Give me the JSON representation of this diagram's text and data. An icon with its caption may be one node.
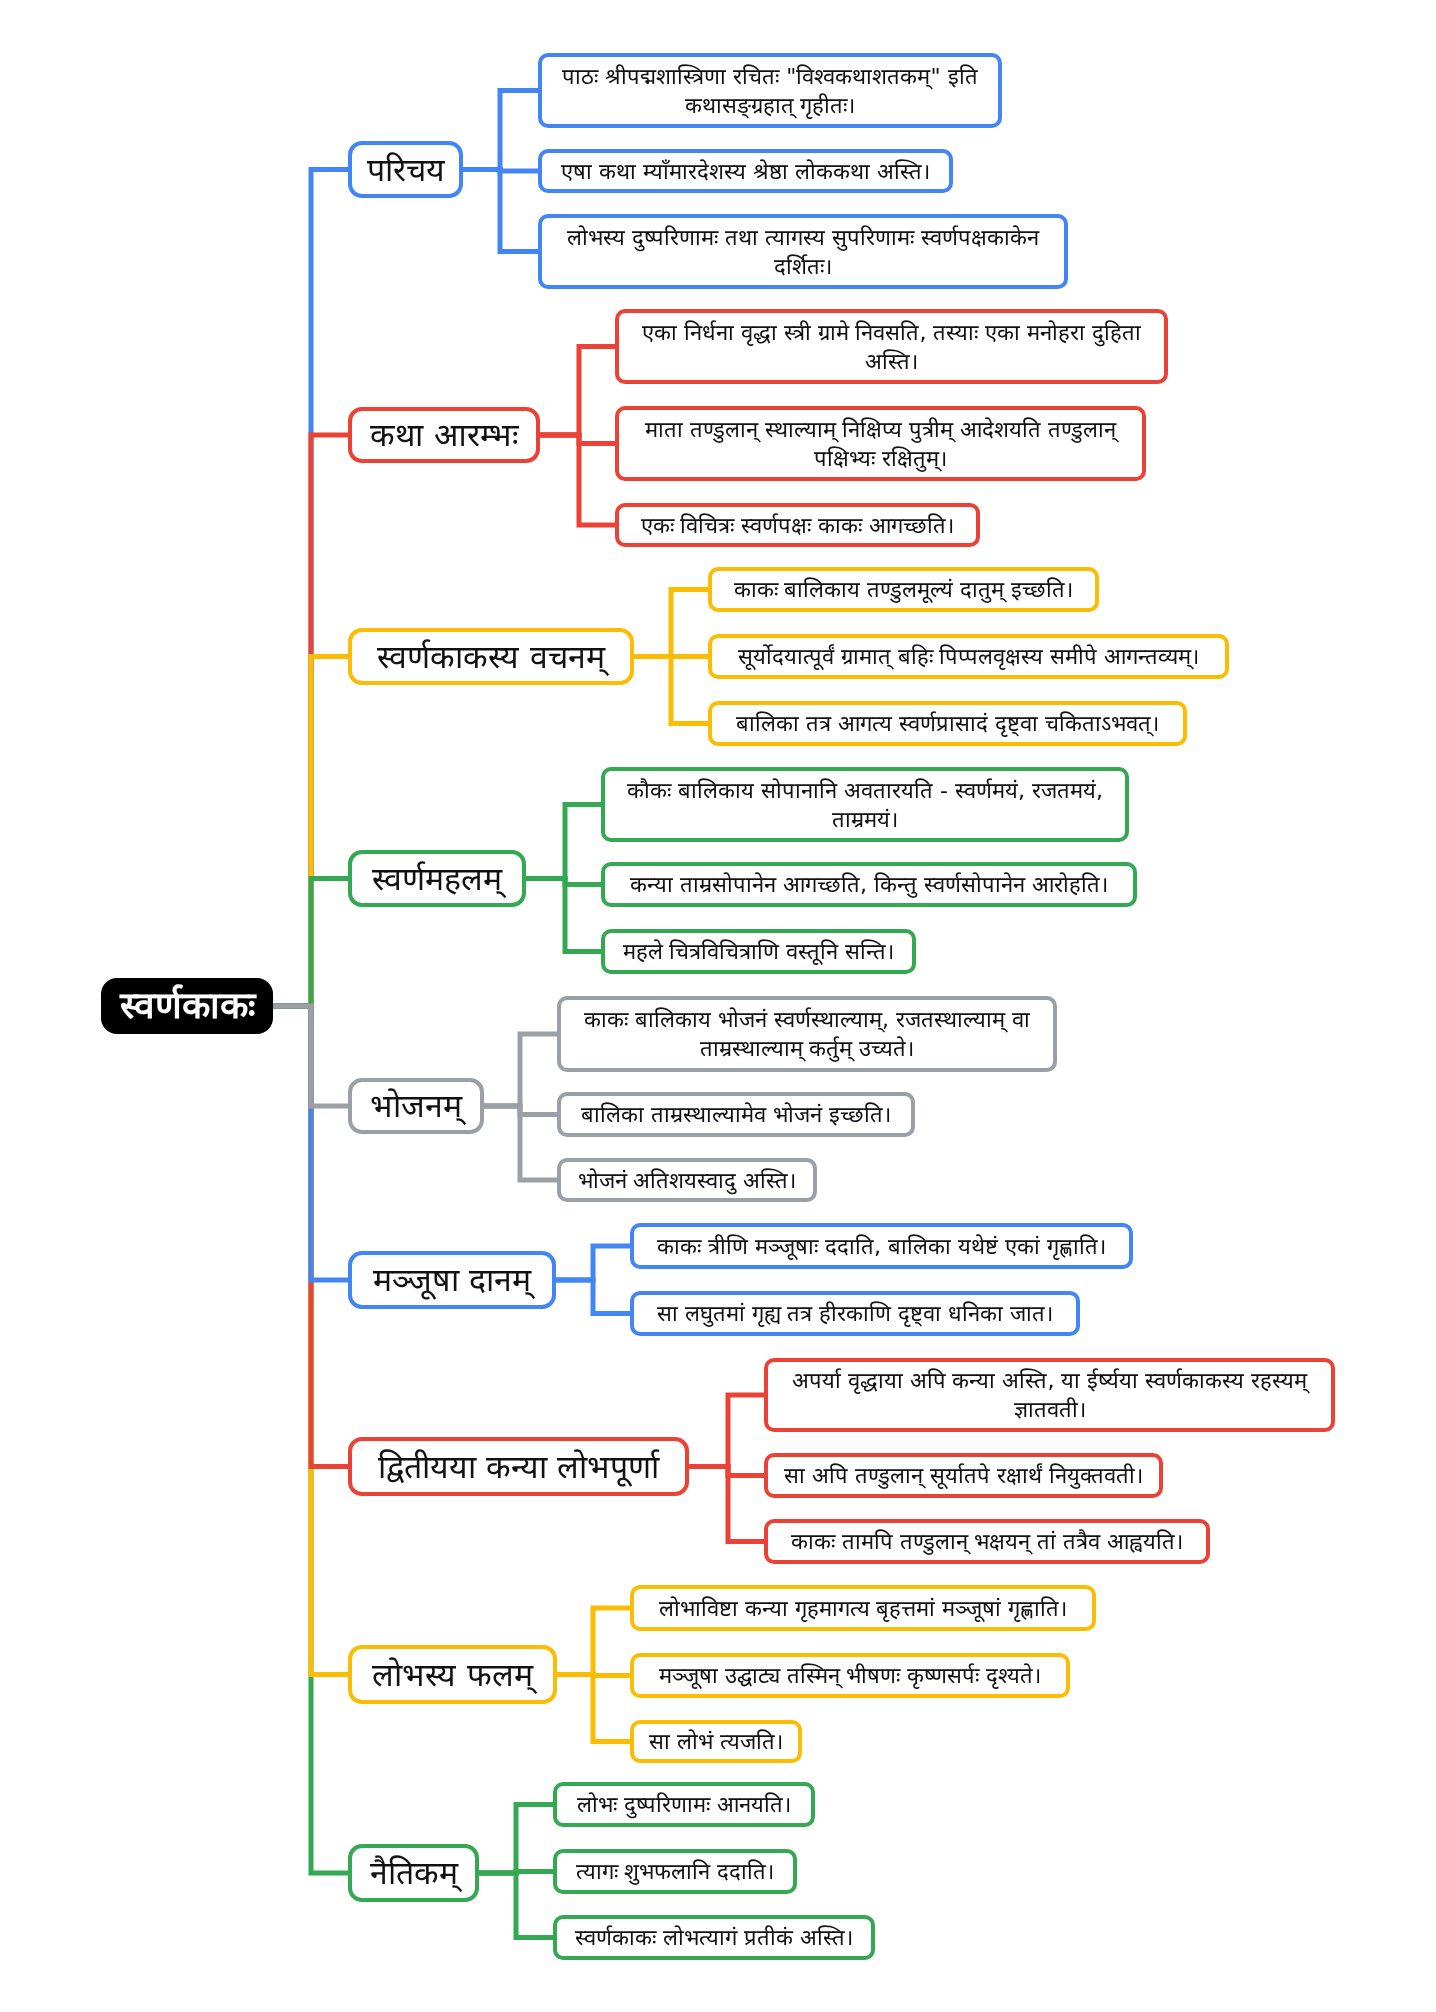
{
  "diagram": {
    "nodes": [
      {
        "text": [
          "स्वर्णकाकः"
        ]
      },
      {
        "text": [
          "परिचय"
        ]
      },
      {
        "text": [
          "पाठः श्रीपद्मशास्त्रिणा रचितः \"विश्वकथाशतकम्\" इति कथासङ्ग्रहात् गृहीतः।"
        ]
      },
      {
        "text": [
          "एषा कथा म्याँमारदेशस्य श्रेष्ठा लोककथा अस्ति।"
        ]
      },
      {
        "text": [
          "लोभस्य दुष्परिणामः तथा त्यागस्य सुपरिणामः स्वर्णपक्षकाकेन दर्शितः।"
        ]
      },
      {
        "text": [
          "कथा आरम्भः"
        ]
      },
      {
        "text": [
          "एका निर्धना वृद्धा स्त्री ग्रामे निवसति, तस्याः एका मनोहरा दुहिता अस्ति।"
        ]
      },
      {
        "text": [
          "माता तण्डुलान् स्थाल्याम् निक्षिप्य पुत्रीम् आदेशयति तण्डुलान् पक्षिभ्यः रक्षितुम्।"
        ]
      },
      {
        "text": [
          "एकः विचित्रः स्वर्णपक्षः काकः आगच्छति।"
        ]
      },
      {
        "text": [
          "स्वर्णकाकस्य वचनम्"
        ]
      },
      {
        "text": [
          "काकः बालिकाय तण्डुलमूल्यं दातुम् इच्छति।"
        ]
      },
      {
        "text": [
          "सूर्योदयात्पूर्वं ग्रामात् बहिः पिप्पलवृक्षस्य समीपे आगन्तव्यम्।"
        ]
      },
      {
        "text": [
          "बालिका तत्र आगत्य स्वर्णप्रासादं दृष्ट्वा चकिताऽभवत्।"
        ]
      },
      {
        "text": [
          "स्वर्णमहलम्"
        ]
      },
      {
        "text": [
          "कौकः बालिकाय सोपानानि अवतारयति - स्वर्णमयं, रजतमयं, ताम्रमयं।"
        ]
      },
      {
        "text": [
          "कन्या ताम्रसोपानेन आगच्छति, किन्तु स्वर्णसोपानेन आरोहति।"
        ]
      },
      {
        "text": [
          "महले चित्रविचित्राणि वस्तूनि सन्ति।"
        ]
      },
      {
        "text": [
          "भोजनम्"
        ]
      },
      {
        "text": [
          "काकः बालिकाय भोजनं स्वर्णस्थाल्याम्, रजतस्थाल्याम् वा ताम्रस्थाल्याम् कर्तुम् उच्यते।"
        ]
      },
      {
        "text": [
          "बालिका ताम्रस्थाल्यामेव भोजनं इच्छति।"
        ]
      },
      {
        "text": [
          "भोजनं अतिशयस्वादु अस्ति।"
        ]
      },
      {
        "text": [
          "मञ्जूषा दानम्"
        ]
      },
      {
        "text": [
          "काकः त्रीणि मञ्जूषाः ददाति, बालिका यथेष्टं एकां गृह्णाति।"
        ]
      },
      {
        "text": [
          "सा लघुतमां गृह्य तत्र हीरकाणि दृष्ट्वा धनिका जात।"
        ]
      },
      {
        "text": [
          "द्वितीयया कन्या लोभपूर्णा"
        ]
      },
      {
        "text": [
          "अपर्या वृद्धाया अपि कन्या अस्ति, या ईर्ष्यया स्वर्णकाकस्य रहस्यम् ज्ञातवती।"
        ]
      },
      {
        "text": [
          "सा अपि तण्डुलान् सूर्यातपे रक्षार्थं नियुक्तवती।"
        ]
      },
      {
        "text": [
          "काकः तामपि तण्डुलान् भक्षयन् तां तत्रैव आह्वयति।"
        ]
      },
      {
        "text": [
          "लोभस्य फलम्"
        ]
      },
      {
        "text": [
          "लोभाविष्टा कन्या गृहमागत्य बृहत्तमां मञ्जूषां गृह्णाति।"
        ]
      },
      {
        "text": [
          "मञ्जूषा उद्घाट्य तस्मिन् भीषणः कृष्णसर्पः दृश्यते।"
        ]
      },
      {
        "text": [
          "सा लोभं त्यजति।"
        ]
      },
      {
        "text": [
          "नैतिकम्"
        ]
      },
      {
        "text": [
          "लोभः दुष्परिणामः आनयति।"
        ]
      },
      {
        "text": [
          "त्यागः शुभफलानि ददाति।"
        ]
      },
      {
        "text": [
          "स्वर्णकाकः लोभत्यागं प्रतीकं अस्ति।"
        ]
      }
    ],
    "edges": [
      {
        "from": 0,
        "to": 1,
        "arrow": "none",
        "color": "#4285f4"
      },
      {
        "from": 1,
        "to": 2,
        "arrow": "none",
        "color": "#4285f4"
      },
      {
        "from": 1,
        "to": 3,
        "arrow": "none",
        "color": "#4285f4"
      },
      {
        "from": 1,
        "to": 4,
        "arrow": "none",
        "color": "#4285f4"
      },
      {
        "from": 0,
        "to": 5,
        "arrow": "none",
        "color": "#ea4335"
      },
      {
        "from": 5,
        "to": 6,
        "arrow": "none",
        "color": "#ea4335"
      },
      {
        "from": 5,
        "to": 7,
        "arrow": "none",
        "color": "#ea4335"
      },
      {
        "from": 5,
        "to": 8,
        "arrow": "none",
        "color": "#ea4335"
      },
      {
        "from": 0,
        "to": 9,
        "arrow": "none",
        "color": "#fbbc04"
      },
      {
        "from": 9,
        "to": 10,
        "arrow": "none",
        "color": "#fbbc04"
      },
      {
        "from": 9,
        "to": 11,
        "arrow": "none",
        "color": "#fbbc04"
      },
      {
        "from": 9,
        "to": 12,
        "arrow": "none",
        "color": "#fbbc04"
      },
      {
        "from": 0,
        "to": 13,
        "arrow": "none",
        "color": "#34a853"
      },
      {
        "from": 13,
        "to": 14,
        "arrow": "none",
        "color": "#34a853"
      },
      {
        "from": 13,
        "to": 15,
        "arrow": "none",
        "color": "#34a853"
      },
      {
        "from": 13,
        "to": 16,
        "arrow": "none",
        "color": "#34a853"
      },
      {
        "from": 0,
        "to": 17,
        "arrow": "none",
        "color": "#9aa0a6"
      },
      {
        "from": 17,
        "to": 18,
        "arrow": "none",
        "color": "#9aa0a6"
      },
      {
        "from": 17,
        "to": 19,
        "arrow": "none",
        "color": "#9aa0a6"
      },
      {
        "from": 17,
        "to": 20,
        "arrow": "none",
        "color": "#9aa0a6"
      },
      {
        "from": 0,
        "to": 21,
        "arrow": "none",
        "color": "#4285f4"
      },
      {
        "from": 21,
        "to": 22,
        "arrow": "none",
        "color": "#4285f4"
      },
      {
        "from": 21,
        "to": 23,
        "arrow": "none",
        "color": "#4285f4"
      },
      {
        "from": 0,
        "to": 24,
        "arrow": "none",
        "color": "#ea4335"
      },
      {
        "from": 24,
        "to": 25,
        "arrow": "none",
        "color": "#ea4335"
      },
      {
        "from": 24,
        "to": 26,
        "arrow": "none",
        "color": "#ea4335"
      },
      {
        "from": 24,
        "to": 27,
        "arrow": "none",
        "color": "#ea4335"
      },
      {
        "from": 0,
        "to": 28,
        "arrow": "none",
        "color": "#fbbc04"
      },
      {
        "from": 28,
        "to": 29,
        "arrow": "none",
        "color": "#fbbc04"
      },
      {
        "from": 28,
        "to": 30,
        "arrow": "none",
        "color": "#fbbc04"
      },
      {
        "from": 28,
        "to": 31,
        "arrow": "none",
        "color": "#fbbc04"
      },
      {
        "from": 0,
        "to": 32,
        "arrow": "none",
        "color": "#34a853"
      },
      {
        "from": 32,
        "to": 33,
        "arrow": "none",
        "color": "#34a853"
      },
      {
        "from": 32,
        "to": 34,
        "arrow": "none",
        "color": "#34a853"
      },
      {
        "from": 32,
        "to": 35,
        "arrow": "none",
        "color": "#34a853"
      }
    ]
  }
}
